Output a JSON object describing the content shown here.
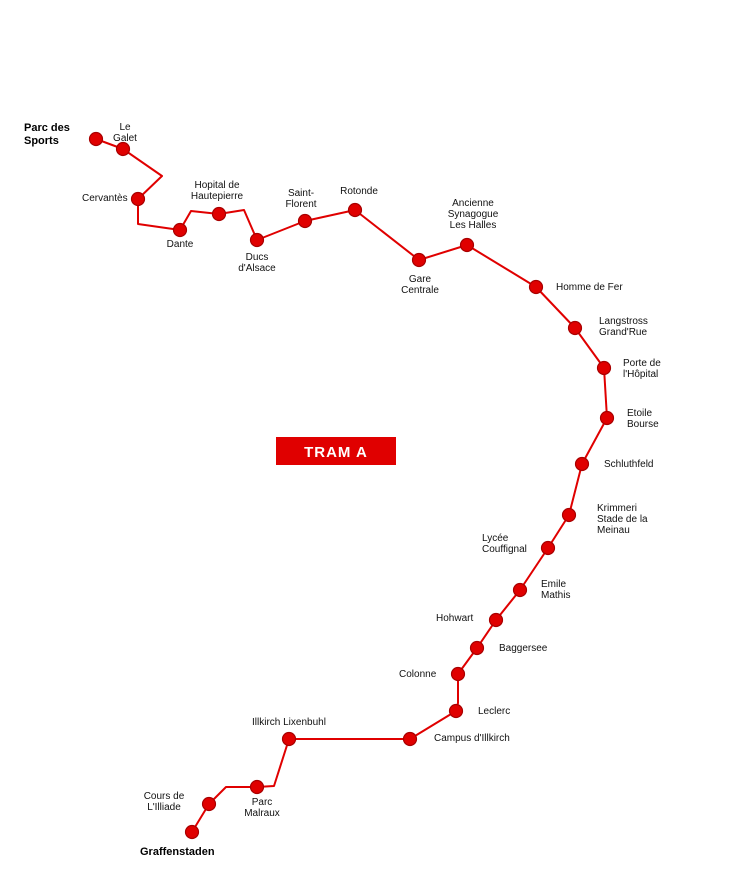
{
  "line": {
    "badge_label": "TRAM A",
    "color": "#e00000",
    "stop_fill": "#e00000",
    "stop_stroke": "#a80000"
  },
  "stops": [
    {
      "id": "parc-des-sports",
      "lines": [
        "Parc des",
        "Sports"
      ],
      "terminus": true
    },
    {
      "id": "le-galet",
      "lines": [
        "Le",
        "Galet"
      ]
    },
    {
      "id": "cervantes",
      "lines": [
        "Cervantès"
      ]
    },
    {
      "id": "dante",
      "lines": [
        "Dante"
      ]
    },
    {
      "id": "hopital-de-hautepierre",
      "lines": [
        "Hopital de",
        "Hautepierre"
      ]
    },
    {
      "id": "ducs-d-alsace",
      "lines": [
        "Ducs",
        "d'Alsace"
      ]
    },
    {
      "id": "saint-florent",
      "lines": [
        "Saint-",
        "Florent"
      ]
    },
    {
      "id": "rotonde",
      "lines": [
        "Rotonde"
      ]
    },
    {
      "id": "gare-centrale",
      "lines": [
        "Gare",
        "Centrale"
      ]
    },
    {
      "id": "ancienne-synagogue",
      "lines": [
        "Ancienne",
        "Synagogue",
        "Les Halles"
      ]
    },
    {
      "id": "homme-de-fer",
      "lines": [
        "Homme de Fer"
      ]
    },
    {
      "id": "langstross",
      "lines": [
        "Langstross",
        "Grand'Rue"
      ]
    },
    {
      "id": "porte-de-l-hopital",
      "lines": [
        "Porte de",
        "l'Hôpital"
      ]
    },
    {
      "id": "etoile-bourse",
      "lines": [
        "Etoile",
        "Bourse"
      ]
    },
    {
      "id": "schluthfeld",
      "lines": [
        "Schluthfeld"
      ]
    },
    {
      "id": "krimmeri",
      "lines": [
        "Krimmeri",
        "Stade de la",
        "Meinau"
      ]
    },
    {
      "id": "lycee-couffignal",
      "lines": [
        "Lycée",
        "Couffignal"
      ]
    },
    {
      "id": "emile-mathis",
      "lines": [
        "Emile",
        "Mathis"
      ]
    },
    {
      "id": "hohwart",
      "lines": [
        "Hohwart"
      ]
    },
    {
      "id": "baggersee",
      "lines": [
        "Baggersee"
      ]
    },
    {
      "id": "colonne",
      "lines": [
        "Colonne"
      ]
    },
    {
      "id": "leclerc",
      "lines": [
        "Leclerc"
      ]
    },
    {
      "id": "campus-d-illkirch",
      "lines": [
        "Campus d'Illkirch"
      ]
    },
    {
      "id": "illkirch-lixenbuhl",
      "lines": [
        "Illkirch Lixenbuhl"
      ]
    },
    {
      "id": "parc-malraux",
      "lines": [
        "Parc",
        "Malraux"
      ]
    },
    {
      "id": "cours-de-l-illiade",
      "lines": [
        "Cours de",
        "L'Illiade"
      ]
    },
    {
      "id": "graffenstaden",
      "lines": [
        "Graffenstaden"
      ],
      "terminus": true
    }
  ]
}
